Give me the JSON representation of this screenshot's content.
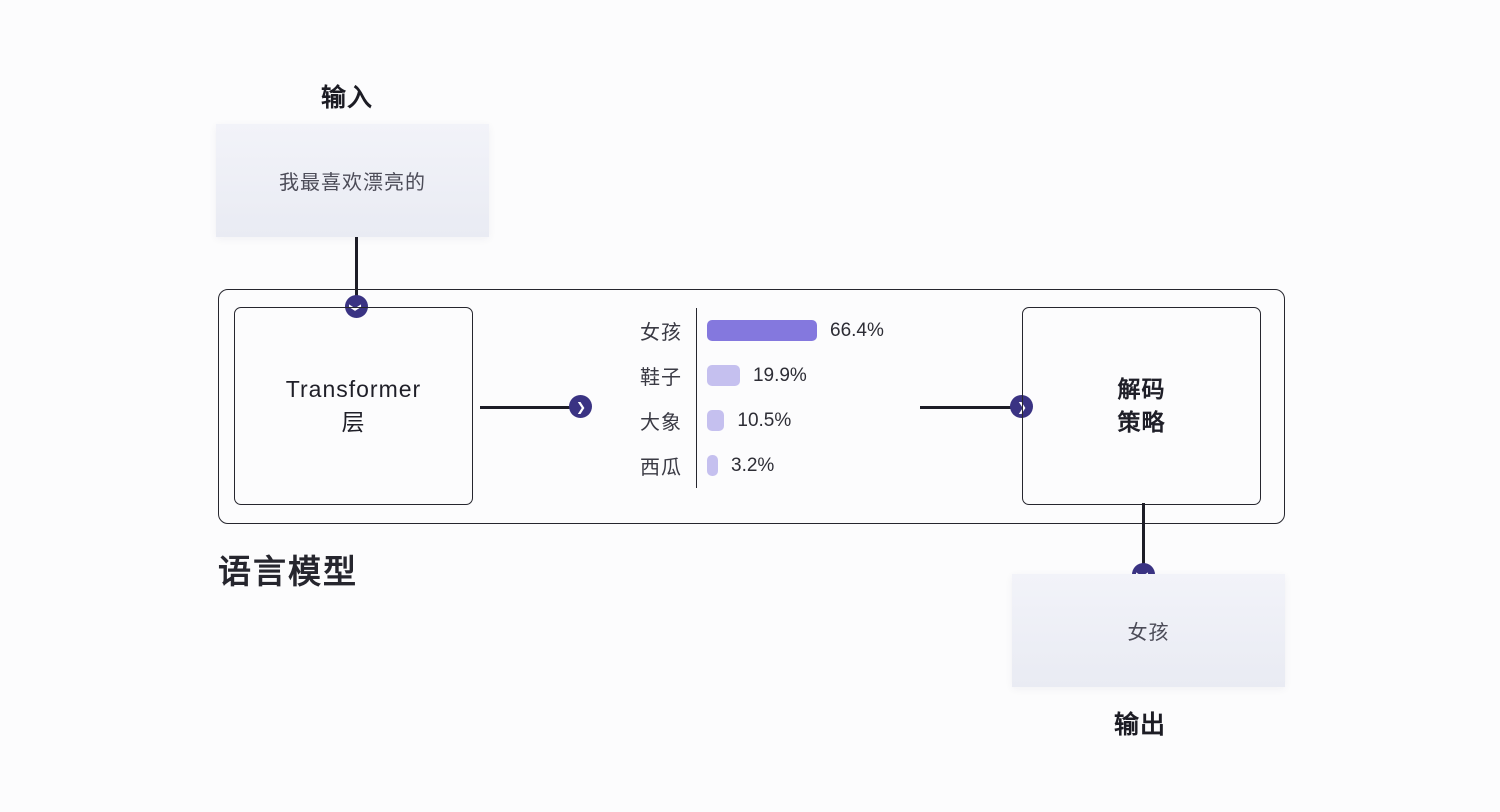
{
  "colors": {
    "accent_dark": "#3a3383",
    "line": "#1d1d26",
    "bar_primary": "#8478de",
    "bar_secondary": "#c5c0ef",
    "soft_box_fill": "#edeff6"
  },
  "input": {
    "label": "输入",
    "value": "我最喜欢漂亮的"
  },
  "model": {
    "label": "语言模型",
    "transformer": {
      "line1": "Transformer",
      "line2": "层"
    },
    "decoder": {
      "line1": "解码",
      "line2": "策略"
    }
  },
  "output": {
    "label": "输出",
    "value": "女孩"
  },
  "chart_data": {
    "type": "bar",
    "orientation": "horizontal",
    "categories": [
      "女孩",
      "鞋子",
      "大象",
      "西瓜"
    ],
    "values": [
      66.4,
      19.9,
      10.5,
      3.2
    ],
    "value_labels": [
      "66.4%",
      "19.9%",
      "10.5%",
      "3.2%"
    ],
    "bar_colors": [
      "#8478de",
      "#c5c0ef",
      "#c5c0ef",
      "#c5c0ef"
    ],
    "title": "",
    "xlabel": "",
    "ylabel": "",
    "xlim": [
      0,
      100
    ],
    "grid": false,
    "legend": false
  }
}
